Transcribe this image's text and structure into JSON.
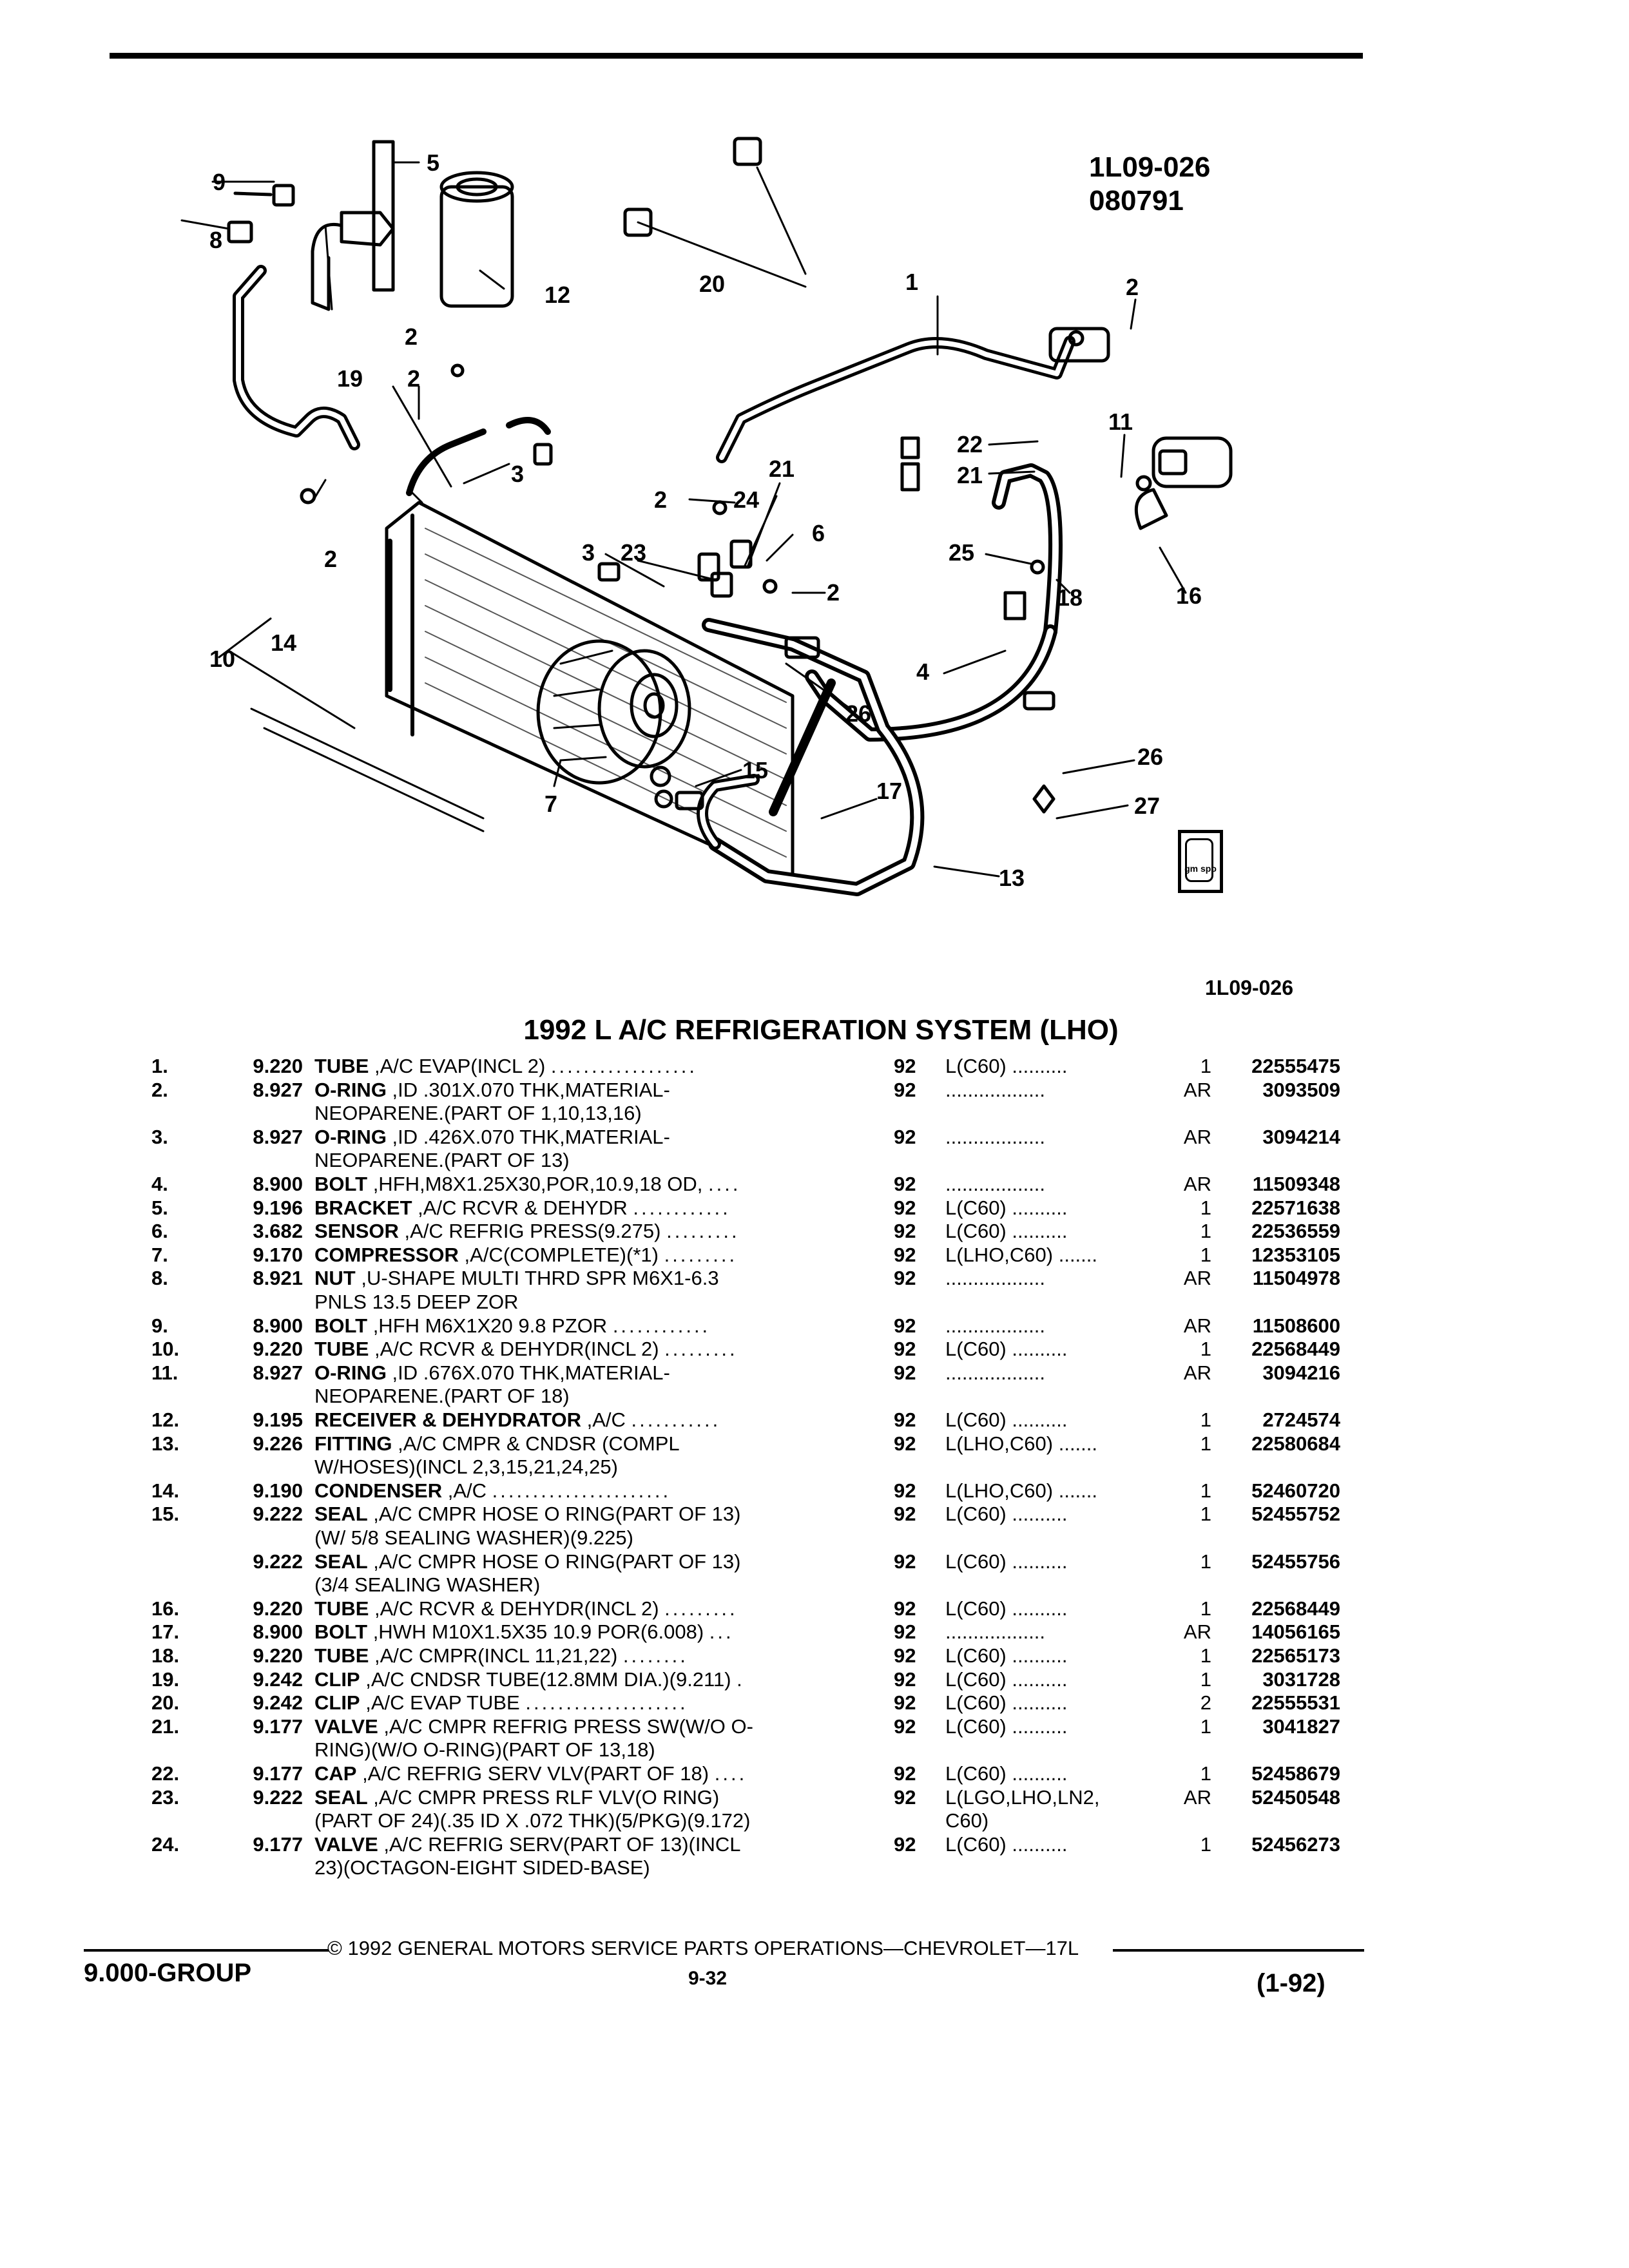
{
  "figure": {
    "id_line1": "1L09-026",
    "id_line2": "080791",
    "ref_code": "1L09-026",
    "logo_text": "gm spo"
  },
  "title": "1992 L A/C REFRIGERATION SYSTEM (LHO)",
  "callouts": [
    "9",
    "8",
    "5",
    "12",
    "2",
    "20",
    "1",
    "2",
    "19",
    "2",
    "10",
    "2",
    "3",
    "22",
    "21",
    "11",
    "2",
    "24",
    "21",
    "6",
    "25",
    "3",
    "23",
    "2",
    "18",
    "16",
    "4",
    "14",
    "26",
    "15",
    "7",
    "17",
    "26",
    "27",
    "13"
  ],
  "rows": [
    {
      "num": "1.",
      "grp": "9.220",
      "name": "TUBE",
      "rest": " ,A/C EVAP(INCL 2)",
      "dots": "..................",
      "year": "92",
      "model": "L(C60)  ..........",
      "qty": "1",
      "part": "22555475"
    },
    {
      "num": "2.",
      "grp": "8.927",
      "name": "O-RING",
      "rest": " ,ID .301X.070 THK,MATERIAL-",
      "dots": "",
      "year": "92",
      "model": "  ..................",
      "qty": "AR",
      "part": "3093509"
    },
    {
      "num": "",
      "grp": "",
      "name": "",
      "rest": "NEOPARENE.(PART OF 1,10,13,16)",
      "dots": "",
      "year": "",
      "model": "",
      "qty": "",
      "part": ""
    },
    {
      "num": "3.",
      "grp": "8.927",
      "name": "O-RING",
      "rest": " ,ID .426X.070 THK,MATERIAL-",
      "dots": "",
      "year": "92",
      "model": "  ..................",
      "qty": "AR",
      "part": "3094214"
    },
    {
      "num": "",
      "grp": "",
      "name": "",
      "rest": "NEOPARENE.(PART OF 13)",
      "dots": "",
      "year": "",
      "model": "",
      "qty": "",
      "part": ""
    },
    {
      "num": "4.",
      "grp": "8.900",
      "name": "BOLT",
      "rest": " ,HFH,M8X1.25X30,POR,10.9,18 OD,",
      "dots": "....",
      "year": "92",
      "model": "  ..................",
      "qty": "AR",
      "part": "11509348"
    },
    {
      "num": "5.",
      "grp": "9.196",
      "name": "BRACKET",
      "rest": " ,A/C RCVR & DEHYDR",
      "dots": "............",
      "year": "92",
      "model": "L(C60)  ..........",
      "qty": "1",
      "part": "22571638"
    },
    {
      "num": "6.",
      "grp": "3.682",
      "name": "SENSOR",
      "rest": " ,A/C REFRIG PRESS(9.275)",
      "dots": ".........",
      "year": "92",
      "model": "L(C60)  ..........",
      "qty": "1",
      "part": "22536559"
    },
    {
      "num": "7.",
      "grp": "9.170",
      "name": "COMPRESSOR",
      "rest": " ,A/C(COMPLETE)(*1)",
      "dots": ".........",
      "year": "92",
      "model": "L(LHO,C60)  .......",
      "qty": "1",
      "part": "12353105"
    },
    {
      "num": "8.",
      "grp": "8.921",
      "name": "NUT",
      "rest": " ,U-SHAPE MULTI THRD SPR M6X1-6.3",
      "dots": "",
      "year": "92",
      "model": "  ..................",
      "qty": "AR",
      "part": "11504978"
    },
    {
      "num": "",
      "grp": "",
      "name": "",
      "rest": "PNLS 13.5 DEEP ZOR",
      "dots": "",
      "year": "",
      "model": "",
      "qty": "",
      "part": ""
    },
    {
      "num": "9.",
      "grp": "8.900",
      "name": "BOLT",
      "rest": " ,HFH M6X1X20 9.8 PZOR",
      "dots": "............",
      "year": "92",
      "model": "  ..................",
      "qty": "AR",
      "part": "11508600"
    },
    {
      "num": "10.",
      "grp": "9.220",
      "name": "TUBE",
      "rest": " ,A/C RCVR & DEHYDR(INCL 2)",
      "dots": ".........",
      "year": "92",
      "model": "L(C60)  ..........",
      "qty": "1",
      "part": "22568449"
    },
    {
      "num": "11.",
      "grp": "8.927",
      "name": "O-RING",
      "rest": " ,ID .676X.070 THK,MATERIAL-",
      "dots": "",
      "year": "92",
      "model": "  ..................",
      "qty": "AR",
      "part": "3094216"
    },
    {
      "num": "",
      "grp": "",
      "name": "",
      "rest": "NEOPARENE.(PART OF 18)",
      "dots": "",
      "year": "",
      "model": "",
      "qty": "",
      "part": ""
    },
    {
      "num": "12.",
      "grp": "9.195",
      "name": "RECEIVER & DEHYDRATOR",
      "rest": " ,A/C",
      "dots": "...........",
      "year": "92",
      "model": "L(C60)  ..........",
      "qty": "1",
      "part": "2724574"
    },
    {
      "num": "13.",
      "grp": "9.226",
      "name": "FITTING",
      "rest": " ,A/C CMPR & CNDSR (COMPL",
      "dots": "",
      "year": "92",
      "model": "L(LHO,C60)  .......",
      "qty": "1",
      "part": "22580684"
    },
    {
      "num": "",
      "grp": "",
      "name": "",
      "rest": "W/HOSES)(INCL 2,3,15,21,24,25)",
      "dots": "",
      "year": "",
      "model": "",
      "qty": "",
      "part": ""
    },
    {
      "num": "14.",
      "grp": "9.190",
      "name": "CONDENSER",
      "rest": " ,A/C",
      "dots": "......................",
      "year": "92",
      "model": "L(LHO,C60)  .......",
      "qty": "1",
      "part": "52460720"
    },
    {
      "num": "15.",
      "grp": "9.222",
      "name": "SEAL",
      "rest": " ,A/C CMPR HOSE O RING(PART OF 13)",
      "dots": "",
      "year": "92",
      "model": "L(C60)  ..........",
      "qty": "1",
      "part": "52455752"
    },
    {
      "num": "",
      "grp": "",
      "name": "",
      "rest": "(W/ 5/8 SEALING WASHER)(9.225)",
      "dots": "",
      "year": "",
      "model": "",
      "qty": "",
      "part": ""
    },
    {
      "num": "",
      "grp": "9.222",
      "name": "SEAL",
      "rest": " ,A/C CMPR HOSE O RING(PART OF 13)",
      "dots": "",
      "year": "92",
      "model": "L(C60)  ..........",
      "qty": "1",
      "part": "52455756"
    },
    {
      "num": "",
      "grp": "",
      "name": "",
      "rest": "(3/4 SEALING WASHER)",
      "dots": "",
      "year": "",
      "model": "",
      "qty": "",
      "part": ""
    },
    {
      "num": "16.",
      "grp": "9.220",
      "name": "TUBE",
      "rest": " ,A/C RCVR & DEHYDR(INCL 2)",
      "dots": ".........",
      "year": "92",
      "model": "L(C60)  ..........",
      "qty": "1",
      "part": "22568449"
    },
    {
      "num": "17.",
      "grp": "8.900",
      "name": "BOLT",
      "rest": " ,HWH M10X1.5X35 10.9 POR(6.008)",
      "dots": "...",
      "year": "92",
      "model": "  ..................",
      "qty": "AR",
      "part": "14056165"
    },
    {
      "num": "18.",
      "grp": "9.220",
      "name": "TUBE",
      "rest": " ,A/C CMPR(INCL 11,21,22)",
      "dots": "........",
      "year": "92",
      "model": "L(C60)  ..........",
      "qty": "1",
      "part": "22565173"
    },
    {
      "num": "19.",
      "grp": "9.242",
      "name": "CLIP",
      "rest": " ,A/C CNDSR TUBE(12.8MM DIA.)(9.211)",
      "dots": ".",
      "year": "92",
      "model": "L(C60)  ..........",
      "qty": "1",
      "part": "3031728"
    },
    {
      "num": "20.",
      "grp": "9.242",
      "name": "CLIP",
      "rest": " ,A/C EVAP TUBE",
      "dots": "....................",
      "year": "92",
      "model": "L(C60)  ..........",
      "qty": "2",
      "part": "22555531"
    },
    {
      "num": "21.",
      "grp": "9.177",
      "name": "VALVE",
      "rest": " ,A/C CMPR REFRIG PRESS SW(W/O O-",
      "dots": "",
      "year": "92",
      "model": "L(C60)  ..........",
      "qty": "1",
      "part": "3041827"
    },
    {
      "num": "",
      "grp": "",
      "name": "",
      "rest": "RING)(W/O O-RING)(PART OF 13,18)",
      "dots": "",
      "year": "",
      "model": "",
      "qty": "",
      "part": ""
    },
    {
      "num": "22.",
      "grp": "9.177",
      "name": "CAP",
      "rest": " ,A/C REFRIG SERV VLV(PART OF 18)",
      "dots": "....",
      "year": "92",
      "model": "L(C60)  ..........",
      "qty": "1",
      "part": "52458679"
    },
    {
      "num": "23.",
      "grp": "9.222",
      "name": "SEAL",
      "rest": " ,A/C CMPR PRESS RLF VLV(O RING)",
      "dots": "",
      "year": "92",
      "model": "L(LGO,LHO,LN2,",
      "qty": "AR",
      "part": "52450548"
    },
    {
      "num": "",
      "grp": "",
      "name": "",
      "rest": "(PART OF 24)(.35 ID X .072 THK)(5/PKG)(9.172)",
      "dots": "",
      "year": "",
      "model": "C60)",
      "qty": "",
      "part": ""
    },
    {
      "num": "24.",
      "grp": "9.177",
      "name": "VALVE",
      "rest": " ,A/C REFRIG SERV(PART OF 13)(INCL",
      "dots": "",
      "year": "92",
      "model": "L(C60)  ..........",
      "qty": "1",
      "part": "52456273"
    },
    {
      "num": "",
      "grp": "",
      "name": "",
      "rest": "23)(OCTAGON-EIGHT SIDED-BASE)",
      "dots": "",
      "year": "",
      "model": "",
      "qty": "",
      "part": ""
    }
  ],
  "footer": {
    "copyright": "©  1992  GENERAL MOTORS SERVICE PARTS OPERATIONS—CHEVROLET—17L",
    "group": "9.000-GROUP",
    "page": "9-32",
    "date": "(1-92)"
  }
}
